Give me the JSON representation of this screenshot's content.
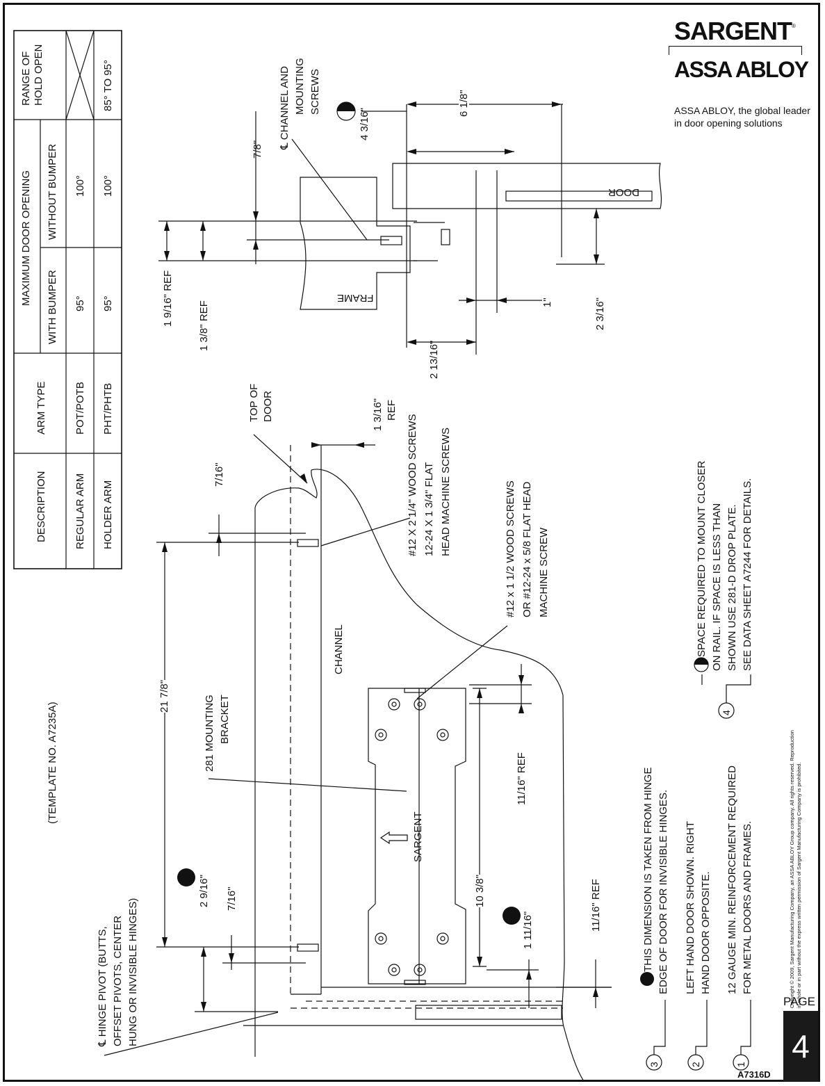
{
  "brand": {
    "name": "SARGENT",
    "registered": "®",
    "parent": "ASSA ABLOY",
    "tagline_line1": "ASSA ABLOY, the global leader",
    "tagline_line2": "in door opening solutions"
  },
  "table": {
    "headers": {
      "description": "DESCRIPTION",
      "arm_type": "ARM TYPE",
      "max_opening": "MAXIMUM DOOR OPENING",
      "with_bumper": "WITH BUMPER",
      "without_bumper": "WITHOUT BUMPER",
      "range_line1": "RANGE OF",
      "range_line2": "HOLD OPEN"
    },
    "rows": [
      {
        "description": "REGULAR ARM",
        "arm_type": "POT/POTB",
        "with_bumper": "95°",
        "without_bumper": "100°",
        "range": ""
      },
      {
        "description": "HOLDER ARM",
        "arm_type": "PHT/PHTB",
        "with_bumper": "95°",
        "without_bumper": "100°",
        "range": "85° TO 95°"
      }
    ]
  },
  "template_note": "(TEMPLATE NO. A7235A)",
  "labels": {
    "hinge_pivot_1": "℄ HINGE PIVOT (BUTTS,",
    "hinge_pivot_2": "OFFSET PIVOTS, CENTER",
    "hinge_pivot_3": "HUNG OR INVISIBLE HINGES)",
    "mounting_bracket_1": "281 MOUNTING",
    "mounting_bracket_2": "BRACKET",
    "channel": "CHANNEL",
    "sargent": "SARGENT",
    "top_of_door_1": "TOP OF",
    "top_of_door_2": "DOOR",
    "screws_a_1": "#12 X 2 1/4\" WOOD SCREWS",
    "screws_a_2": "12-24 X 1 3/4\" FLAT",
    "screws_a_3": "HEAD MACHINE SCREWS",
    "screws_b_1": "#12 x 1 1/2 WOOD SCREWS",
    "screws_b_2": "OR #12-24 x 5/8 FLAT HEAD",
    "screws_b_3": "MACHINE SCREW",
    "channel_screws_1": "℄ CHANNEL AND",
    "channel_screws_2": "MOUNTING",
    "channel_screws_3": "SCREWS",
    "frame": "FRAME",
    "door": "DOOR"
  },
  "dimensions": {
    "d21_7_8": "21 7/8\"",
    "d2_9_16": "2 9/16\"",
    "d7_16_a": "7/16\"",
    "d7_16_b": "7/16\"",
    "d10_3_8": "10 3/8\"",
    "d11_16_ref_a": "11/16\" REF",
    "d11_16_ref_b": "11/16\" REF",
    "d1_11_16": "1 11/16\"",
    "d1_3_16_ref_1": "1 3/16\"",
    "d1_3_16_ref_2": "REF",
    "d1_9_16_ref": "1 9/16\" REF",
    "d1_3_8_ref": "1 3/8\" REF",
    "d2_13_16": "2 13/16\"",
    "d1": "1\"",
    "d2_3_16": "2 3/16\"",
    "d6_1_8": "6 1/8\"",
    "d7_8": "7/8\"",
    "d4_3_16": "4 3/16\""
  },
  "notes": [
    {
      "num": "3",
      "line1": "THIS DIMENSION IS TAKEN FROM HINGE",
      "line2": "EDGE OF DOOR FOR INVISIBLE HINGES."
    },
    {
      "num": "2",
      "line1": "LEFT HAND DOOR SHOWN. RIGHT",
      "line2": "HAND DOOR OPPOSITE."
    },
    {
      "num": "1",
      "line1": "12 GAUGE MIN. REINFORCEMENT REQUIRED",
      "line2": "FOR METAL DOORS AND FRAMES."
    },
    {
      "num": "4",
      "line1": "SPACE REQUIRED TO MOUNT CLOSER",
      "line2": "ON RAIL. IF SPACE IS LESS THAN",
      "line3": "SHOWN USE 281-D DROP PLATE.",
      "line4": "SEE DATA SHEET A7244 FOR DETAILS."
    }
  ],
  "copyright_1": "Copyright © 2009, Sargent Manufacturing Company, an ASSA ABLOY Group company. All rights reserved. Reproduction",
  "copyright_2": "in whole or in part without the express written permission of Sargent Manufacturing Company is prohibited.",
  "page_label": "PAGE",
  "page_number": "4",
  "doc_number": "A7316D"
}
